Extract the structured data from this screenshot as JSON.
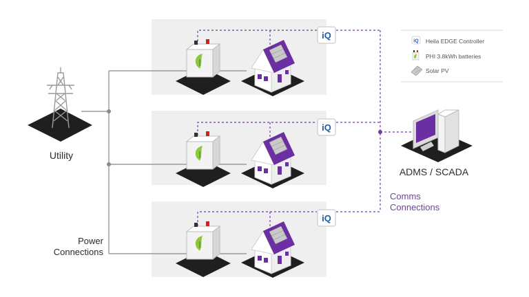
{
  "legend": {
    "items": [
      {
        "label": "Heila EDGE Controller",
        "icon": "iq-controller-icon"
      },
      {
        "label": "PHI 3.8kWh batteries",
        "icon": "battery-icon"
      },
      {
        "label": "Solar PV",
        "icon": "solar-panel-icon"
      }
    ]
  },
  "nodes": {
    "utility_label": "Utility",
    "adms_label": "ADMS / SCADA",
    "controller_badge": "iQ"
  },
  "annotations": {
    "power_line1": "Power",
    "power_line2": "Connections",
    "comms_line1": "Comms",
    "comms_line2": "Connections"
  },
  "colors": {
    "panel_bg": "#efefef",
    "power_line": "#9a9a9a",
    "comms_line": "#6d3fa0",
    "house_purple": "#6b2fa3",
    "battery_green": "#8dc63f",
    "badge_blue": "#1e5aa8",
    "base_dark": "#1f1f1f",
    "text": "#2b2b2b"
  }
}
